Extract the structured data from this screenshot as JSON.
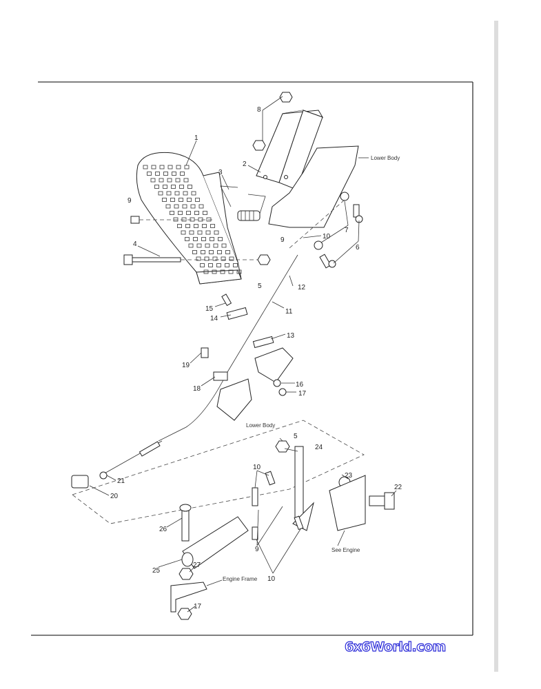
{
  "diagram": {
    "callouts": {
      "c8": "8",
      "c1": "1",
      "c2": "2",
      "c3": "3",
      "c9a": "9",
      "c4": "4",
      "c10a": "10",
      "c9b": "9",
      "c7": "7",
      "c6": "6",
      "c5a": "5",
      "c12": "12",
      "c11": "11",
      "c15": "15",
      "c14": "14",
      "c13": "13",
      "c19": "19",
      "c18": "18",
      "c16": "16",
      "c17a": "17",
      "c5b": "5",
      "c24": "24",
      "c23": "23",
      "c22": "22",
      "c10b": "10",
      "c21": "21",
      "c20": "20",
      "c26": "26",
      "c9c": "9",
      "c25": "25",
      "c27": "27",
      "c10c": "10",
      "c17b": "17"
    },
    "notes": {
      "lower_body_top": "Lower Body",
      "lower_body_mid": "Lower Body",
      "see_engine": "See Engine",
      "engine_frame": "Engine Frame"
    }
  },
  "watermark": "6x6World.com"
}
